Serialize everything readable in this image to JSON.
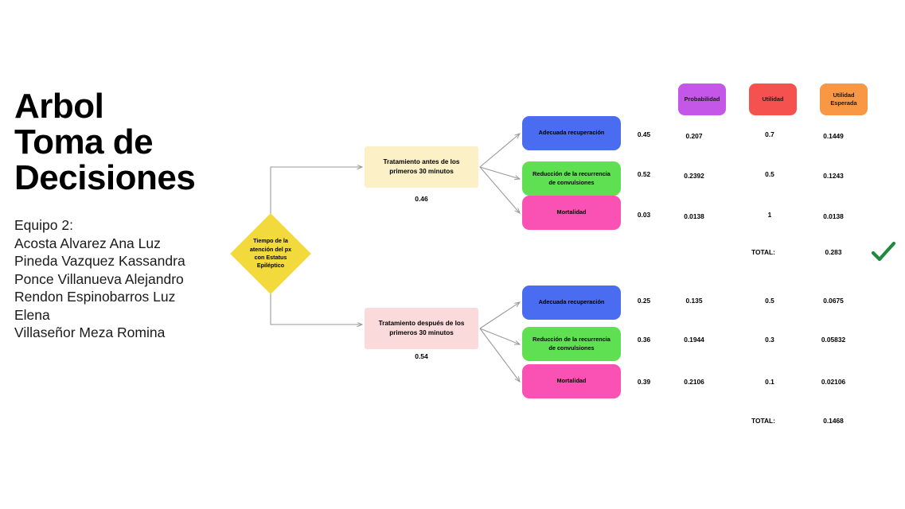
{
  "title": {
    "text": "Arbol\nToma de\nDecisiones"
  },
  "team": {
    "heading": "Equipo 2:",
    "members": [
      "Acosta Alvarez Ana Luz",
      "Pineda Vazquez Kassandra",
      "Ponce Villanueva Alejandro",
      "Rendon Espinobarros Luz\nElena",
      "Villaseñor Meza Romina"
    ]
  },
  "decision_node": {
    "label": "Tiempo de la\natención del px\ncon Estatus\nEpiléptico",
    "color": "#f2d93c"
  },
  "column_headers": [
    {
      "label": "Probabilidad",
      "color": "#c457e8"
    },
    {
      "label": "Utilidad",
      "color": "#f5514e"
    },
    {
      "label": "Utilidad\nEsperada",
      "color": "#f89844"
    }
  ],
  "branches": [
    {
      "name": "before-30-min",
      "label": "Tratamiento antes de los primeros 30 minutos",
      "probability": "0.46",
      "color": "#fbf0c6",
      "outcomes": [
        {
          "label": "Adecuada recuperación",
          "color": "#4a6cf0",
          "branch_probability": "0.45",
          "probability": "0.207",
          "utility": "0.7",
          "expected_utility": "0.1449"
        },
        {
          "label": "Reducción de la recurrencia de convulsiones",
          "color": "#5ee052",
          "branch_probability": "0.52",
          "probability": "0.2392",
          "utility": "0.5",
          "expected_utility": "0.1243"
        },
        {
          "label": "Mortalidad",
          "color": "#fa52b4",
          "branch_probability": "0.03",
          "probability": "0.0138",
          "utility": "1",
          "expected_utility": "0.0138"
        }
      ],
      "total_label": "TOTAL:",
      "total_value": "0.283",
      "preferred": true
    },
    {
      "name": "after-30-min",
      "label": "Tratamiento después de los primeros 30 minutos",
      "probability": "0.54",
      "color": "#fadadb",
      "outcomes": [
        {
          "label": "Adecuada recuperación",
          "color": "#4a6cf0",
          "branch_probability": "0.25",
          "probability": "0.135",
          "utility": "0.5",
          "expected_utility": "0.0675"
        },
        {
          "label": "Reducción de la recurrencia de convulsiones",
          "color": "#5ee052",
          "branch_probability": "0.36",
          "probability": "0.1944",
          "utility": "0.3",
          "expected_utility": "0.05832"
        },
        {
          "label": "Mortalidad",
          "color": "#fa52b4",
          "branch_probability": "0.39",
          "probability": "0.2106",
          "utility": "0.1",
          "expected_utility": "0.02106"
        }
      ],
      "total_label": "TOTAL:",
      "total_value": "0.1468",
      "preferred": false
    }
  ],
  "check_mark": {
    "name": "check-icon",
    "color": "#1e8b3c"
  },
  "connector_color": "#9a9a9a"
}
